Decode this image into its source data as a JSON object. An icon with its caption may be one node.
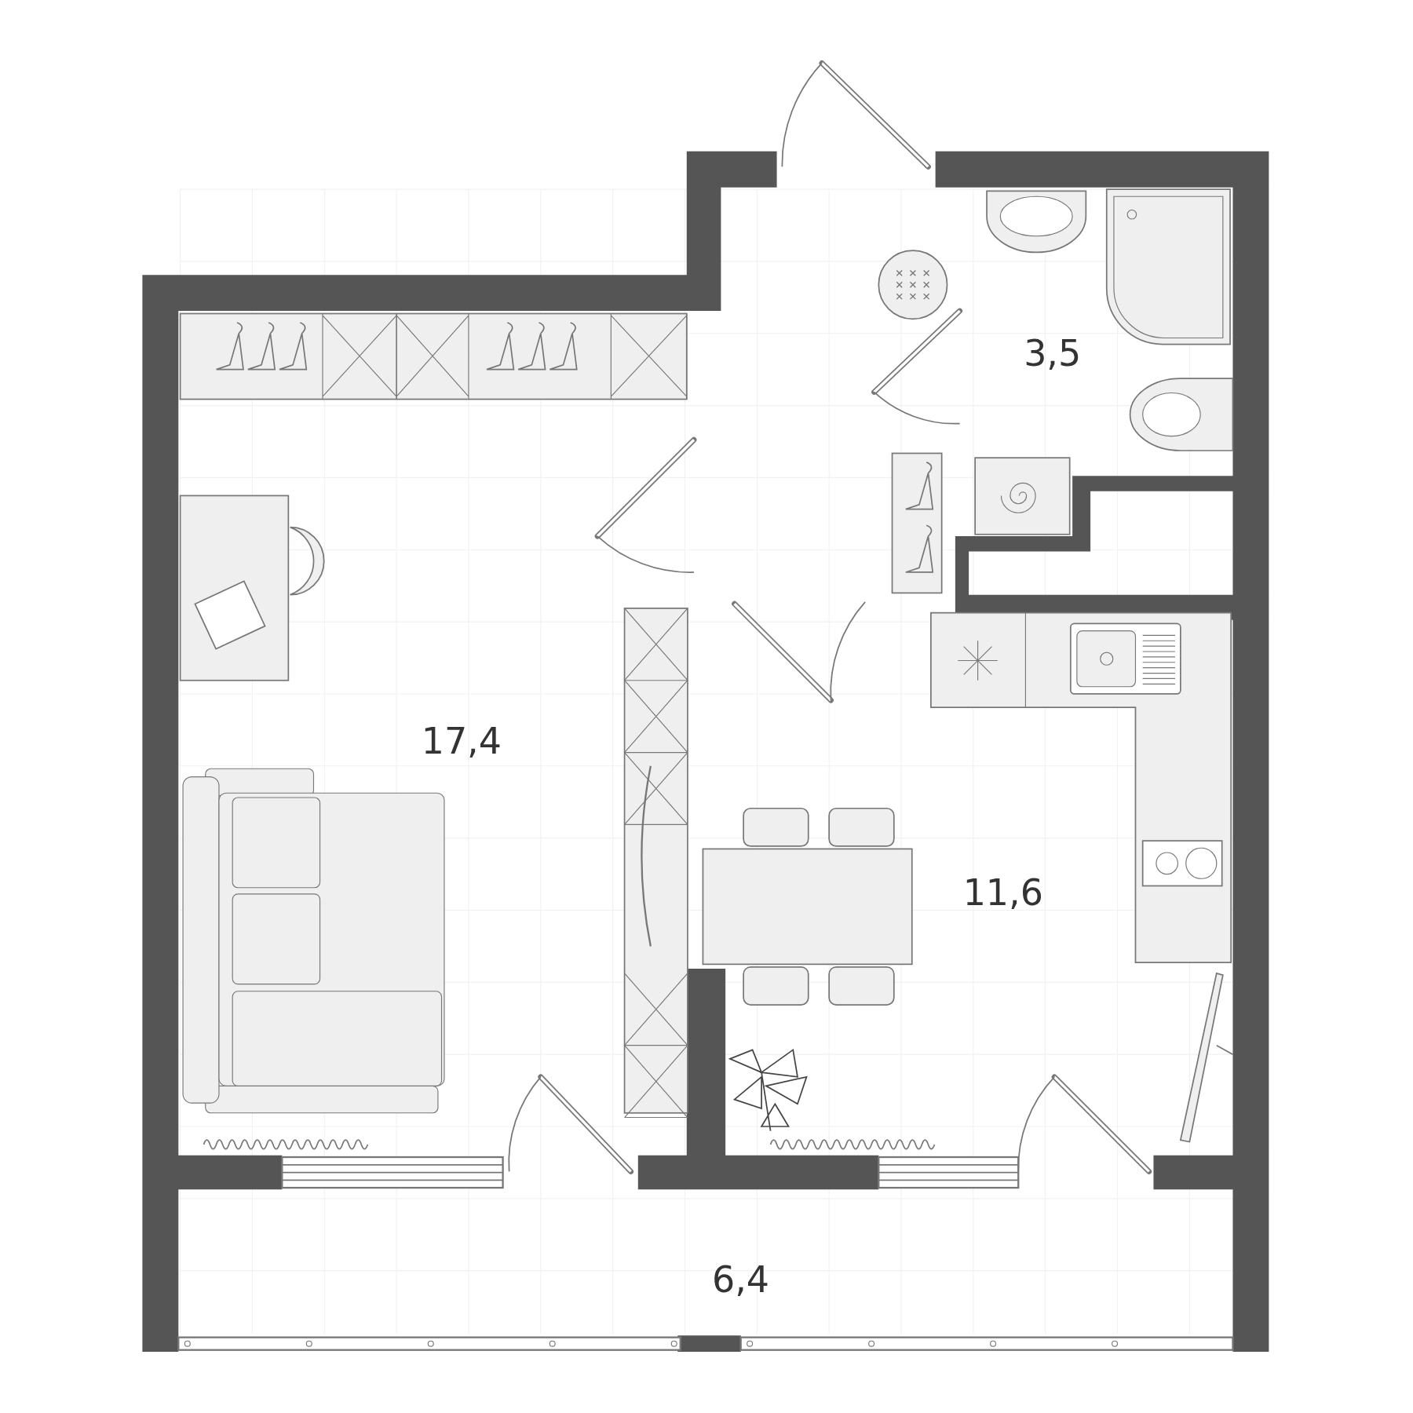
{
  "diagram": {
    "labels": [
      "3,5",
      "17,4",
      "11,6",
      "6,4"
    ]
  }
}
